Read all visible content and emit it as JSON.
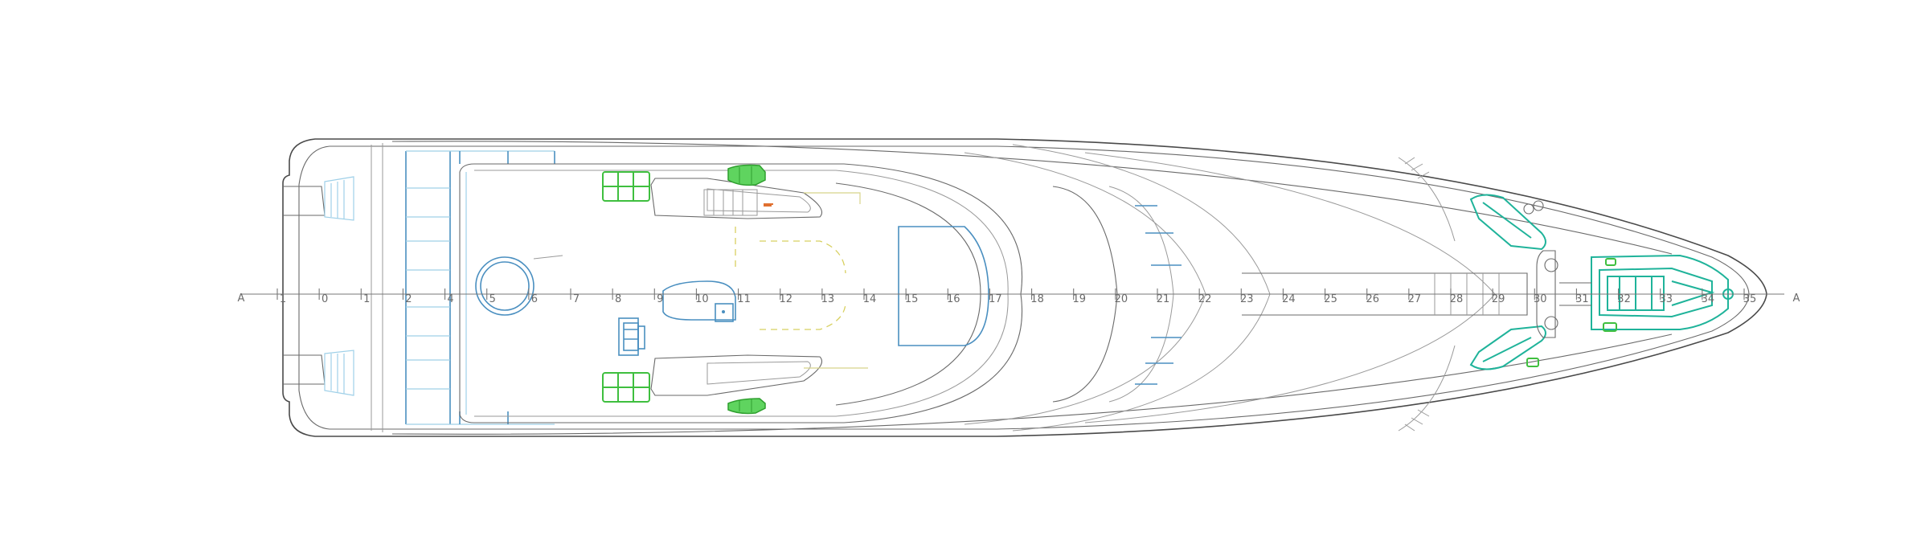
{
  "stations": {
    "left_end": "A",
    "right_end": "A",
    "labels": [
      "1",
      "0",
      "1",
      "2",
      "4",
      "5",
      "6",
      "7",
      "8",
      "9",
      "10",
      "11",
      "12",
      "13",
      "14",
      "15",
      "16",
      "17",
      "18",
      "19",
      "20",
      "21",
      "22",
      "23",
      "24",
      "25",
      "26",
      "27",
      "28",
      "29",
      "30",
      "31",
      "32",
      "33",
      "34",
      "35"
    ]
  },
  "icons": {
    "lifebuoy": "circular-pool-icon",
    "tender": "jet-ski-icon",
    "anchor": "anchor-windlass-icon"
  },
  "colors": {
    "hull": "#4a4a4a",
    "structure_blue": "#4a8fc0",
    "deck_green": "#3fbf3f",
    "equipment_teal": "#1fb39a",
    "route_yellow": "#d8d060",
    "marker_orange": "#e07030"
  }
}
